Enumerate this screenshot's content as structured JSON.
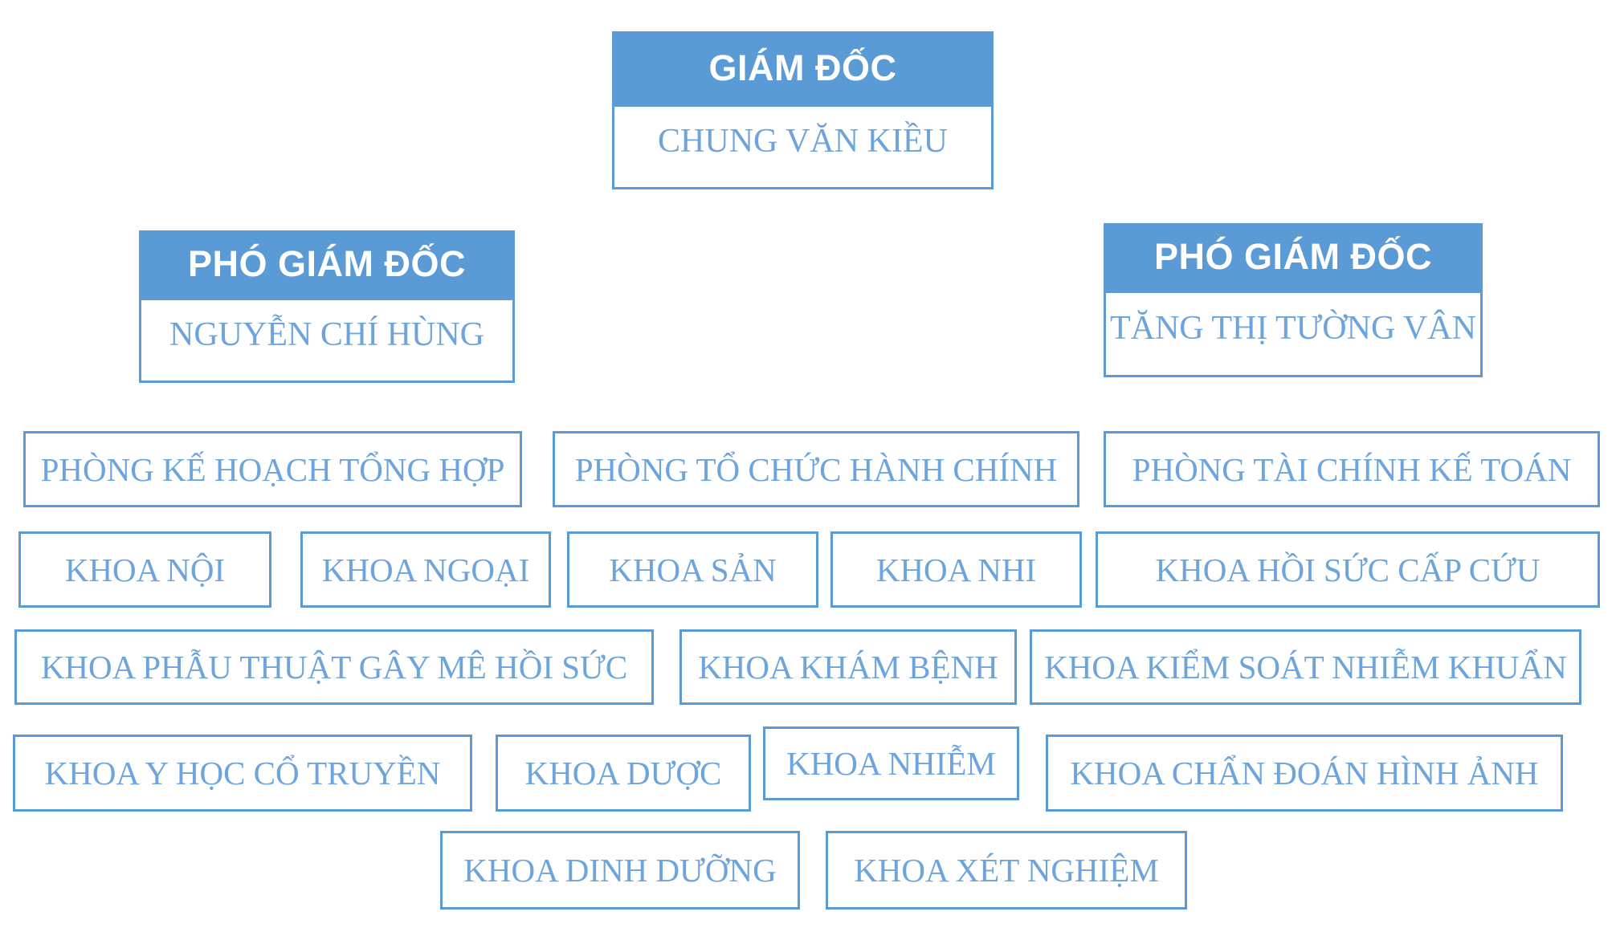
{
  "colors": {
    "accent": "#5B9BD5",
    "text_blue": "#6CA4DB",
    "header_text": "#FFFFFF",
    "background": "#FFFFFF"
  },
  "director": {
    "title": "GIÁM ĐỐC",
    "name": "CHUNG VĂN KIỀU"
  },
  "deputy_left": {
    "title": "PHÓ GIÁM ĐỐC",
    "name": "NGUYỄN CHÍ HÙNG"
  },
  "deputy_right": {
    "title": "PHÓ GIÁM ĐỐC",
    "name": "TĂNG THỊ TƯỜNG VÂN"
  },
  "departments": [
    "PHÒNG KẾ HOẠCH TỔNG HỢP",
    "PHÒNG TỔ CHỨC HÀNH CHÍNH",
    "PHÒNG TÀI CHÍNH KẾ TOÁN",
    "KHOA NỘI",
    "KHOA NGOẠI",
    "KHOA SẢN",
    "KHOA NHI",
    "KHOA HỒI SỨC CẤP CỨU",
    "KHOA PHẪU THUẬT GÂY MÊ HỒI SỨC",
    "KHOA KHÁM BỆNH",
    "KHOA KIỂM SOÁT NHIỄM KHUẨN",
    "KHOA Y HỌC CỔ TRUYỀN",
    "KHOA DƯỢC",
    "KHOA NHIỄM",
    "KHOA CHẨN ĐOÁN HÌNH ẢNH",
    "KHOA DINH DƯỠNG",
    "KHOA XÉT NGHIỆM"
  ]
}
